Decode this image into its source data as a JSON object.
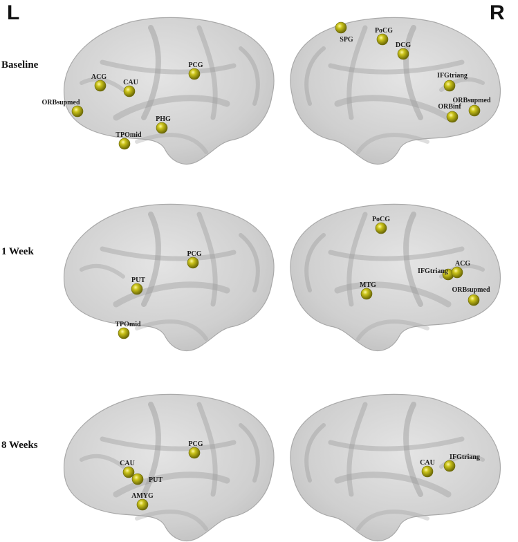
{
  "hemisphere_labels": {
    "left": "L",
    "right": "R"
  },
  "rows": [
    {
      "label": "Baseline",
      "left": [
        "ORBsupmed",
        "ACG",
        "CAU",
        "PCG",
        "PHG",
        "TPOmid"
      ],
      "right": [
        "SPG",
        "PoCG",
        "DCG",
        "IFGtriang",
        "ORBsupmed",
        "ORBinf"
      ]
    },
    {
      "label": "1 Week",
      "left": [
        "PCG",
        "PUT",
        "TPOmid"
      ],
      "right": [
        "PoCG",
        "IFGtriang",
        "ACG",
        "ORBsupmed",
        "MTG"
      ]
    },
    {
      "label": "8 Weeks",
      "left": [
        "PCG",
        "CAU",
        "PUT",
        "AMYG"
      ],
      "right": [
        "CAU",
        "IFGtriang"
      ]
    }
  ],
  "colors": {
    "node": "#b5b011",
    "node_dark": "#6b6806",
    "brain": "#c8c8c8",
    "sulci": "#9a9a9a"
  }
}
